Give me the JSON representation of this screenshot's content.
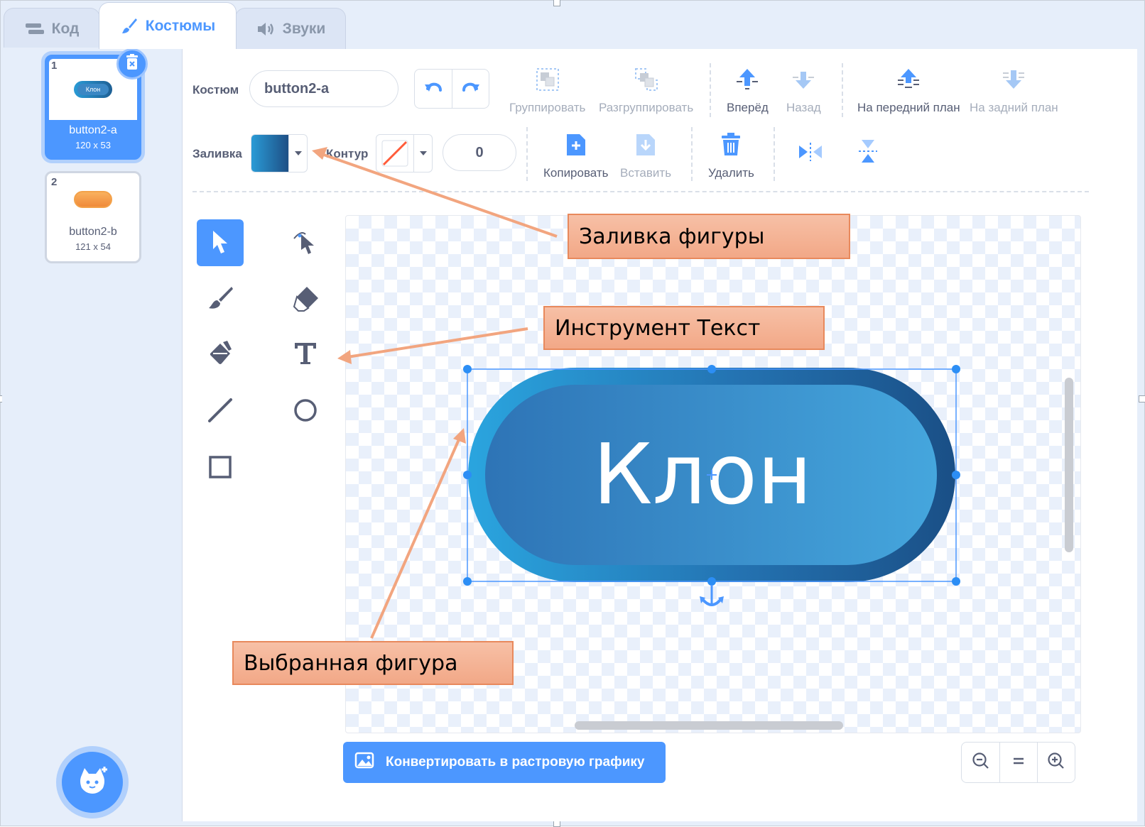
{
  "tabs": [
    {
      "label": "Код",
      "icon": "code-icon"
    },
    {
      "label": "Костюмы",
      "icon": "brush-icon",
      "active": true
    },
    {
      "label": "Звуки",
      "icon": "speaker-icon"
    }
  ],
  "costumes": [
    {
      "number": "1",
      "name": "button2-a",
      "size": "120 x 53",
      "thumb_text": "Клон",
      "selected": true
    },
    {
      "number": "2",
      "name": "button2-b",
      "size": "121 x 54",
      "selected": false
    }
  ],
  "toolbar": {
    "costume_label": "Костюм",
    "costume_name": "button2-a",
    "group": "Группировать",
    "ungroup": "Разгруппировать",
    "forward": "Вперёд",
    "backward": "Назад",
    "front": "На передний план",
    "back": "На задний план",
    "fill_label": "Заливка",
    "outline_label": "Контур",
    "outline_width": "0",
    "copy": "Копировать",
    "paste": "Вставить",
    "delete": "Удалить"
  },
  "tools": [
    "select-tool",
    "reshape-tool",
    "brush-tool",
    "eraser-tool",
    "fill-tool",
    "text-tool",
    "line-tool",
    "circle-tool",
    "rectangle-tool"
  ],
  "canvas": {
    "shape_text": "Клон"
  },
  "convert_button": "Конвертировать в растровую графику",
  "callouts": {
    "fill": "Заливка фигуры",
    "text_tool": "Инструмент Текст",
    "selected_shape": "Выбранная фигура"
  },
  "colors": {
    "accent": "#4c97ff",
    "callout": "#f4b396",
    "shape_dark": "#1f5f95",
    "shape_light": "#3b93d3",
    "thumb2": "#f79a3e"
  }
}
